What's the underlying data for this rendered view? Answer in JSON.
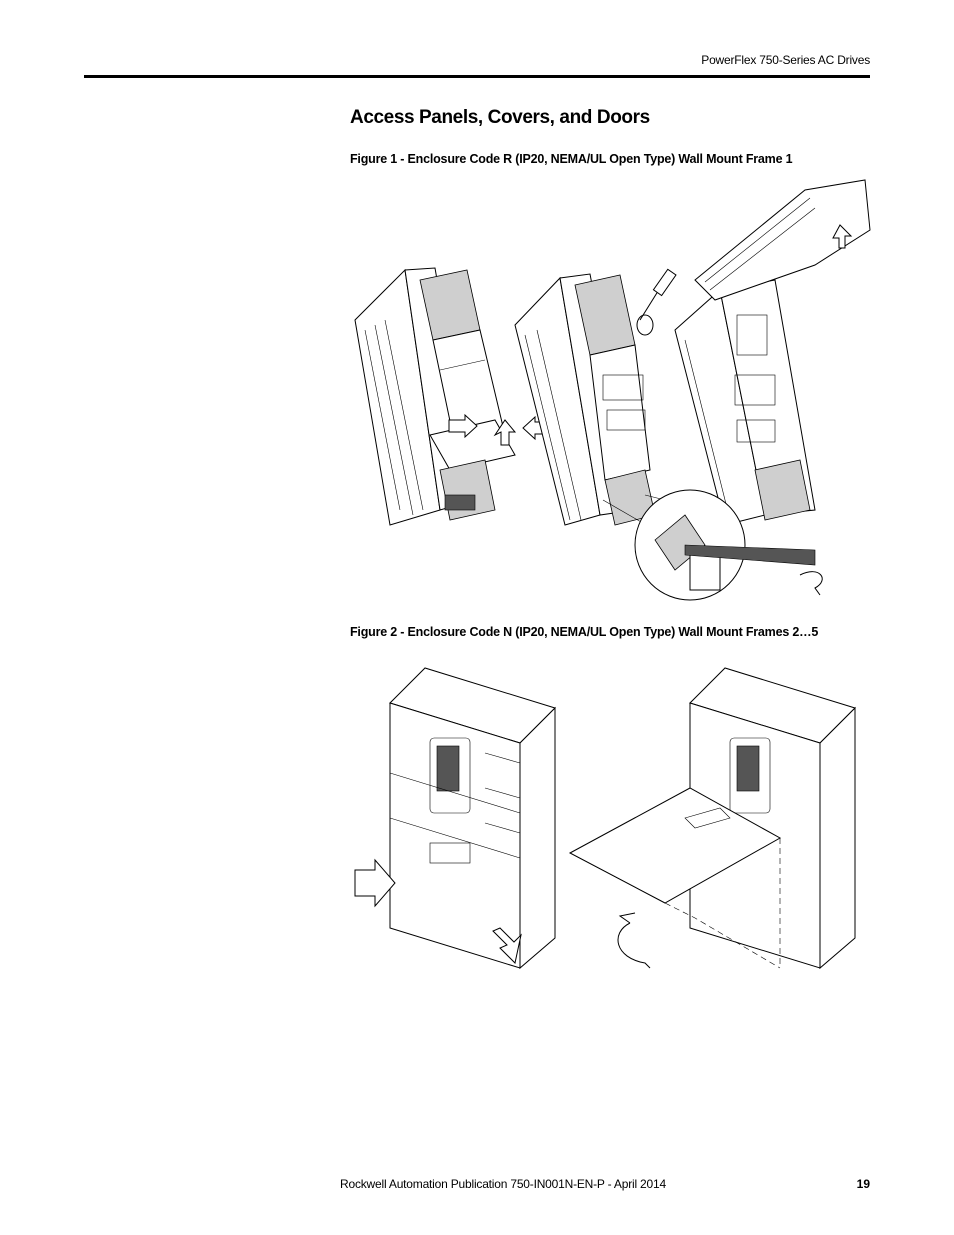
{
  "header": {
    "title": "PowerFlex 750-Series AC Drives"
  },
  "section": {
    "heading": "Access Panels, Covers, and Doors"
  },
  "figures": [
    {
      "caption": "Figure 1 - Enclosure Code R (IP20, NEMA/UL Open Type) Wall Mount Frame 1"
    },
    {
      "caption": "Figure 2 - Enclosure Code N (IP20, NEMA/UL Open Type) Wall Mount Frames 2…5"
    }
  ],
  "footer": {
    "publication": "Rockwell Automation Publication 750-IN001N-EN-P - April 2014",
    "page_number": "19"
  }
}
